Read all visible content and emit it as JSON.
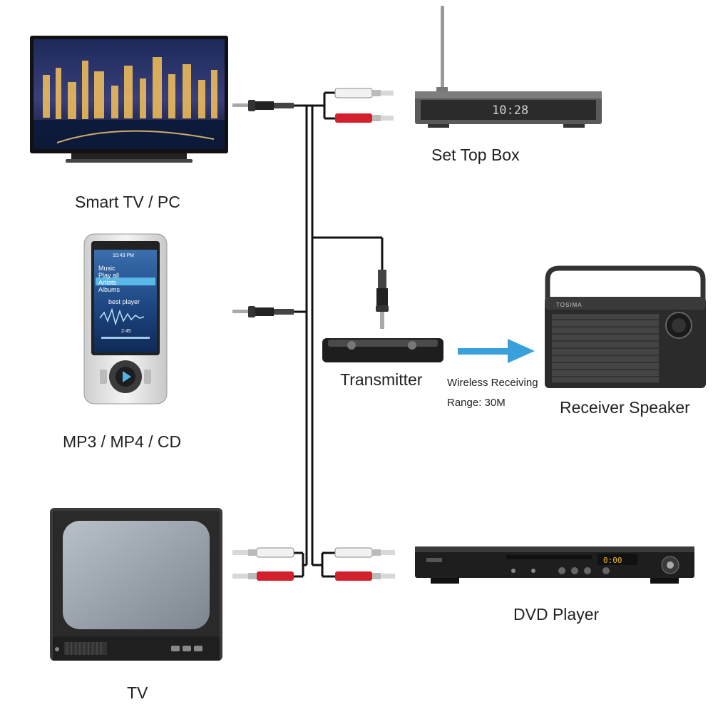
{
  "labels": {
    "smart_tv_pc": "Smart TV / PC",
    "set_top_box": "Set Top Box",
    "mp3": "MP3 / MP4 / CD",
    "transmitter": "Transmitter",
    "wireless_line1": "Wireless Receiving",
    "wireless_line2": "Range: 30M",
    "receiver_speaker": "Receiver Speaker",
    "tv": "TV",
    "dvd_player": "DVD Player"
  },
  "screens": {
    "stb_display": "10:28",
    "mp3_time": "10:43 PM",
    "mp3_menu": [
      "Music",
      "Play all",
      "Artists",
      "Albums"
    ],
    "mp3_track": "best player",
    "mp3_progress": "2:45",
    "speaker_brand": "TOSIMA",
    "dvd_display": "0:00"
  },
  "colors": {
    "cable": "#111111",
    "plug_red": "#d2202c",
    "plug_white": "#f2f2f2",
    "wireless_arrow": "#3aa0dc",
    "device_dark": "#2b2b2b"
  }
}
